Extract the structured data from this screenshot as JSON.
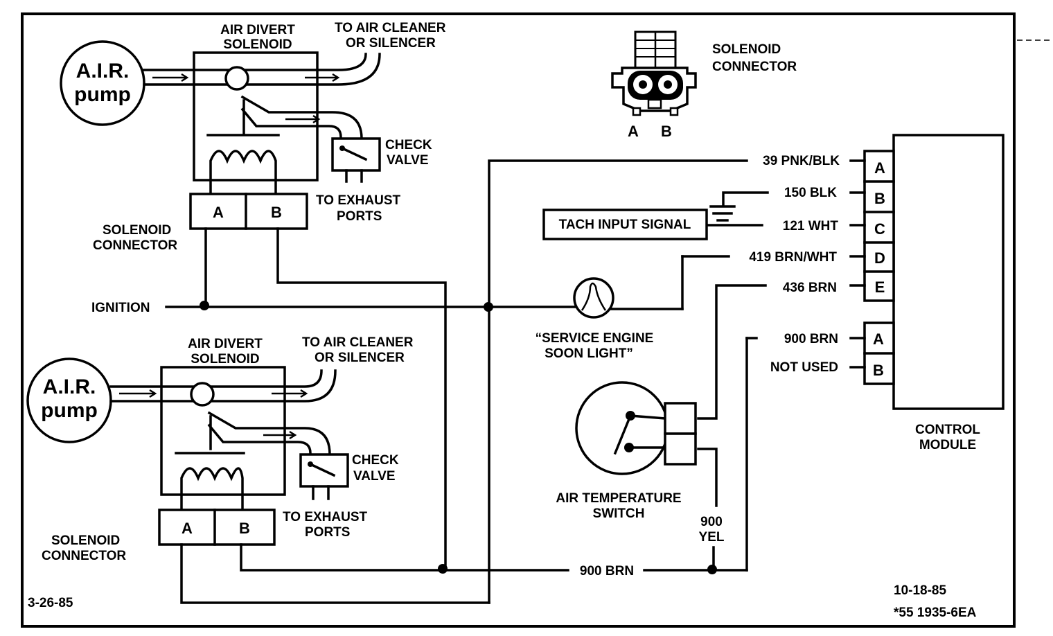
{
  "upper_circuit": {
    "pump_label_line1": "A.I.R.",
    "pump_label_line2": "pump",
    "solenoid_line1": "AIR DIVERT",
    "solenoid_line2": "SOLENOID",
    "to_air_cleaner_line1": "TO AIR CLEANER",
    "to_air_cleaner_line2": "OR SILENCER",
    "check_valve_line1": "CHECK",
    "check_valve_line2": "VALVE",
    "to_exhaust_line1": "TO EXHAUST",
    "to_exhaust_line2": "PORTS",
    "connector_line1": "SOLENOID",
    "connector_line2": "CONNECTOR",
    "pin_a": "A",
    "pin_b": "B"
  },
  "lower_circuit": {
    "pump_label_line1": "A.I.R.",
    "pump_label_line2": "pump",
    "solenoid_line1": "AIR DIVERT",
    "solenoid_line2": "SOLENOID",
    "to_air_cleaner_line1": "TO AIR CLEANER",
    "to_air_cleaner_line2": "OR SILENCER",
    "check_valve_line1": "CHECK",
    "check_valve_line2": "VALVE",
    "to_exhaust_line1": "TO EXHAUST",
    "to_exhaust_line2": "PORTS",
    "connector_line1": "SOLENOID",
    "connector_line2": "CONNECTOR",
    "pin_a": "A",
    "pin_b": "B"
  },
  "ignition_label": "IGNITION",
  "solenoid_connector_view": {
    "label_line1": "SOLENOID",
    "label_line2": "CONNECTOR",
    "pin_a": "A",
    "pin_b": "B"
  },
  "tach_input": "TACH INPUT SIGNAL",
  "service_light_line1": "“SERVICE ENGINE",
  "service_light_line2": "SOON LIGHT”",
  "air_temp_switch_line1": "AIR TEMPERATURE",
  "air_temp_switch_line2": "SWITCH",
  "yel_wire_line1": "900",
  "yel_wire_line2": "YEL",
  "bottom_wire": "900 BRN",
  "control_module": {
    "label_line1": "CONTROL",
    "label_line2": "MODULE",
    "connector1": [
      {
        "pin": "A",
        "wire": "39 PNK/BLK"
      },
      {
        "pin": "B",
        "wire": "150 BLK"
      },
      {
        "pin": "C",
        "wire": "121 WHT"
      },
      {
        "pin": "D",
        "wire": "419 BRN/WHT"
      },
      {
        "pin": "E",
        "wire": "436 BRN"
      }
    ],
    "connector2": [
      {
        "pin": "A",
        "wire": "900 BRN"
      },
      {
        "pin": "B",
        "wire": "NOT USED"
      }
    ]
  },
  "date_left": "3-26-85",
  "date_right": "10-18-85",
  "figure_code": "*55 1935-6EA"
}
